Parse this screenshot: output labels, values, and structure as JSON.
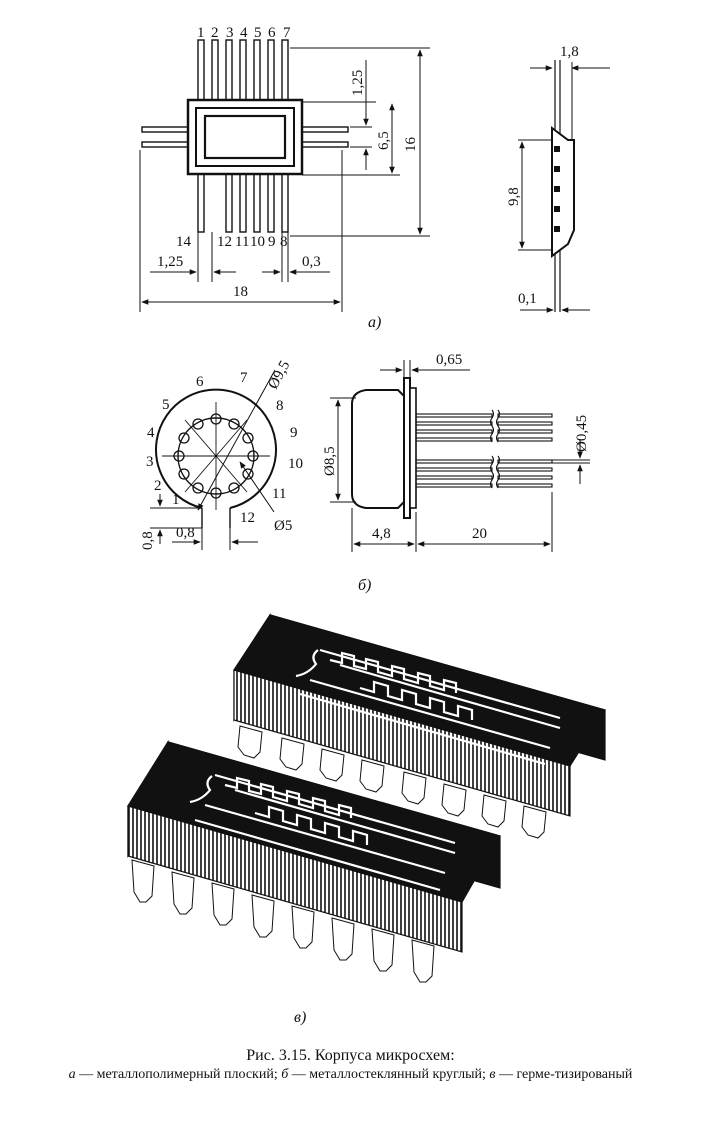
{
  "fig_a": {
    "pins_top": [
      "1",
      "2",
      "3",
      "4",
      "5",
      "6",
      "7"
    ],
    "pins_bottom": [
      "14",
      "12",
      "11",
      "10",
      "9",
      "8"
    ],
    "dims": {
      "pitch_top": "1,25",
      "body_inner": "6,5",
      "height_total": "16",
      "pitch_bottom": "1,25",
      "lead_width": "0,3",
      "width_total": "18",
      "side_thickness": "1,8",
      "side_height": "9,8",
      "side_lead": "0,1"
    },
    "label": "а)"
  },
  "fig_b": {
    "pins": [
      "1",
      "2",
      "3",
      "4",
      "5",
      "6",
      "7",
      "8",
      "9",
      "10",
      "11",
      "12"
    ],
    "dims": {
      "diameter_outer": "Ø9,5",
      "diameter_pins": "Ø5",
      "tab_height": "0,8",
      "tab_width": "0,8",
      "flange": "0,65",
      "body_diameter": "Ø8,5",
      "lead_diameter": "Ø0,45",
      "body_length": "4,8",
      "lead_length": "20"
    },
    "label": "б)"
  },
  "fig_c": {
    "label": "в)"
  },
  "caption": {
    "title": "Рис. 3.15. Корпуса микросхем:",
    "a_letter": "а",
    "a_text": " — металлополимерный плоский; ",
    "b_letter": "б",
    "b_text": " — металлостеклянный круглый; ",
    "c_letter": "в",
    "c_text": " — герме-тизированый"
  }
}
